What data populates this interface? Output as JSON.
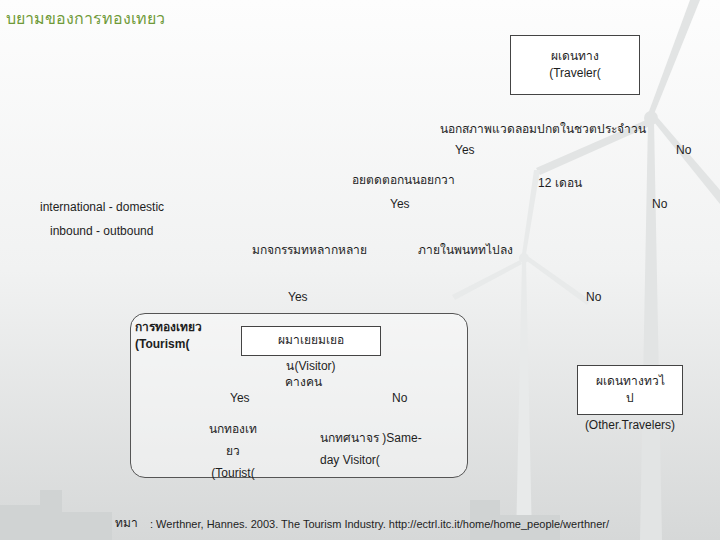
{
  "diagram": {
    "title": "บยามของการทองเทยว",
    "nodes": [
      {
        "text": [
          "ผเดนทาง (Traveler("
        ]
      },
      {
        "text": [
          "การทองเทยว (Tourism("
        ]
      },
      {
        "text": [
          "ผมาเยยมเยอ",
          "น(Visitor)"
        ],
        "in": 1
      },
      {
        "text": [
          "นกทองเท ยว (Tourist("
        ],
        "in": 1
      },
      {
        "text": [
          "นกทศนาจร )Same-day Visitor("
        ],
        "in": 1
      },
      {
        "text": [
          "ผเดนทางทวไ ป",
          "(Other.Travelers)"
        ]
      }
    ],
    "labels": [
      "นอกสภาพแวดลอมปกตในชวตประจำวน",
      "Yes",
      "No",
      "อยตดตอกนนอยกวา",
      "12 เดอน",
      "Yes",
      "No",
      "international - domestic",
      "inbound - outbound",
      "มกจกรรมทหลากหลาย",
      "ภายในพนททไปลง",
      "Yes",
      "No",
      "คางคน",
      "Yes",
      "No",
      "ทมา",
      ": Werthner, Hannes. 2003. The Tourism Industry. http://ectrl.itc.it/home/home_people/werthner/"
    ]
  }
}
